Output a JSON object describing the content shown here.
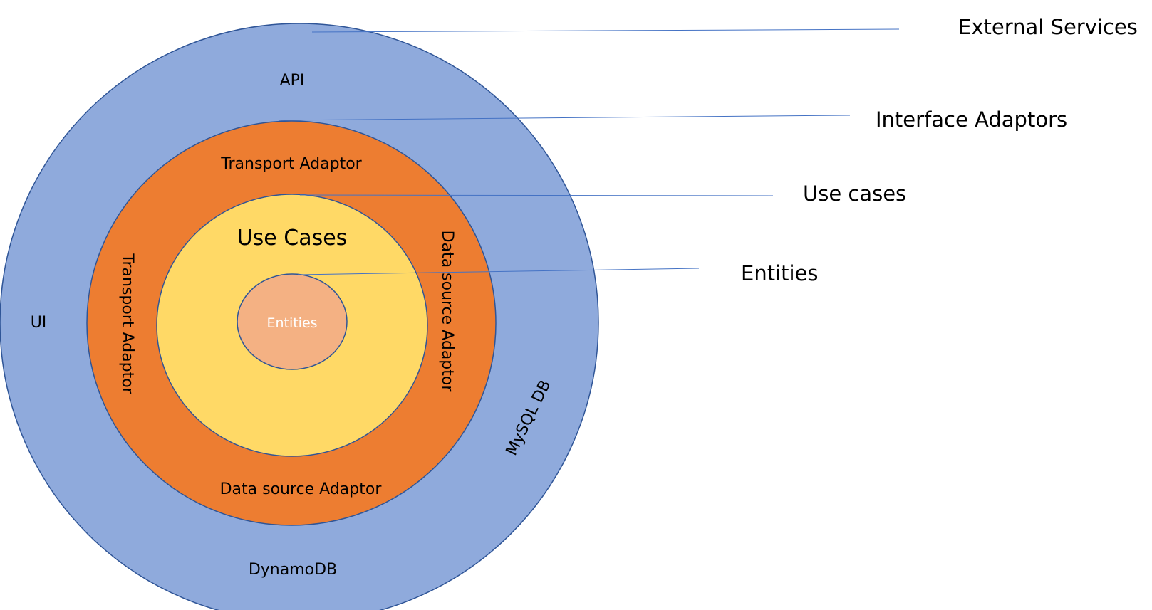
{
  "colors": {
    "external_services": "#8faadc",
    "interface_adaptors": "#ed7d31",
    "use_cases": "#ffd966",
    "entities": "#f4b183",
    "outline": "#2f5597",
    "leader_line": "#4472c4"
  },
  "rings": {
    "external_services": {
      "top_label": "API",
      "left_label": "UI",
      "right_label": "MySQL DB",
      "bottom_label": "DynamoDB"
    },
    "interface_adaptors": {
      "top_label": "Transport Adaptor",
      "left_label": "Transport Adaptor",
      "right_label": "Data source Adaptor",
      "bottom_label": "Data source Adaptor"
    },
    "use_cases": {
      "label": "Use Cases"
    },
    "entities": {
      "label": "Entities"
    }
  },
  "legend": [
    {
      "label": "External Services"
    },
    {
      "label": "Interface Adaptors"
    },
    {
      "label": "Use cases"
    },
    {
      "label": "Entities"
    }
  ]
}
